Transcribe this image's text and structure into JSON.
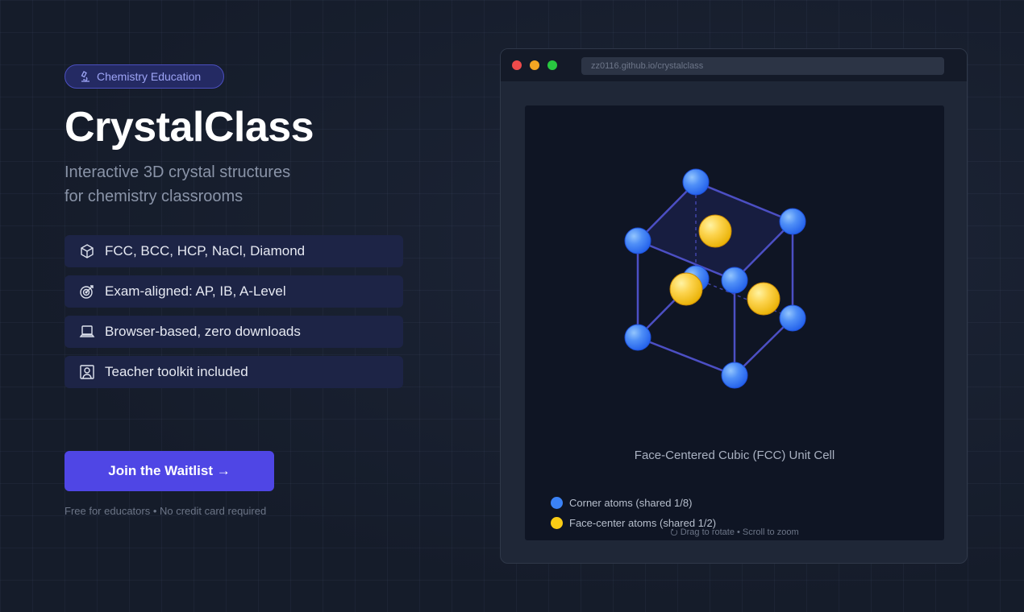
{
  "badge": {
    "icon": "microscope-icon",
    "label": "Chemistry Education"
  },
  "hero": {
    "title": "CrystalClass",
    "subtitle_line1": "Interactive 3D crystal structures",
    "subtitle_line2": "for chemistry classrooms"
  },
  "features": [
    {
      "icon": "cube-icon",
      "label": "FCC, BCC, HCP, NaCl, Diamond"
    },
    {
      "icon": "target-icon",
      "label": "Exam-aligned: AP, IB, A-Level"
    },
    {
      "icon": "laptop-icon",
      "label": "Browser-based, zero downloads"
    },
    {
      "icon": "teacher-icon",
      "label": "Teacher toolkit included"
    }
  ],
  "cta": {
    "label": "Join the Waitlist →",
    "note": "Free for educators • No credit card required"
  },
  "window": {
    "url": "zz0116.github.io/crystalclass",
    "caption": "Face-Centered Cubic (FCC) Unit Cell",
    "legend": [
      {
        "label": "Corner atoms (shared 1/8)",
        "color": "#3b82f6"
      },
      {
        "label": "Face-center atoms (shared 1/2)",
        "color": "#facc15"
      }
    ],
    "hint": "⭮ Drag to rotate • Scroll to zoom"
  },
  "colors": {
    "accent": "#4f46e5",
    "corner_atom": "#3b82f6",
    "face_atom": "#facc15",
    "edge": "#4c4fc4"
  }
}
